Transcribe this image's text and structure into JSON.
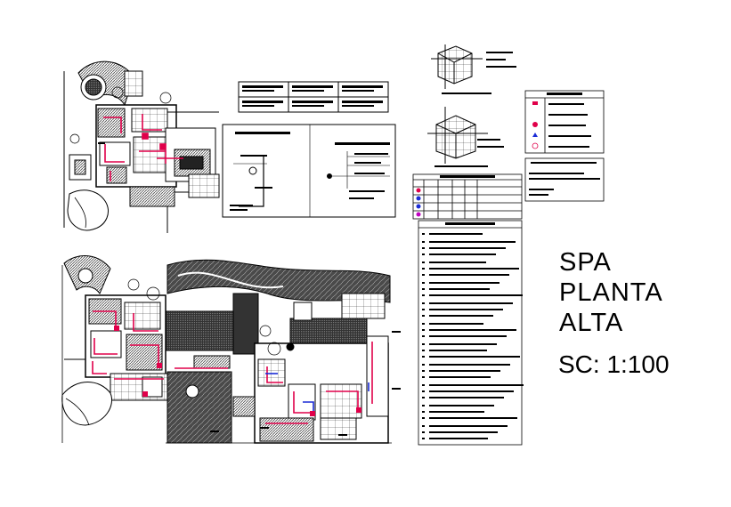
{
  "drawing": {
    "title_lines": [
      "SPA",
      "PLANTA",
      "ALTA"
    ],
    "scale": "SC: 1:100"
  },
  "colors": {
    "linework": "#000000",
    "accent_red": "#e0004a",
    "accent_blue": "#1a2bd6",
    "hatch": "#6b6b6b",
    "paper": "#ffffff"
  }
}
